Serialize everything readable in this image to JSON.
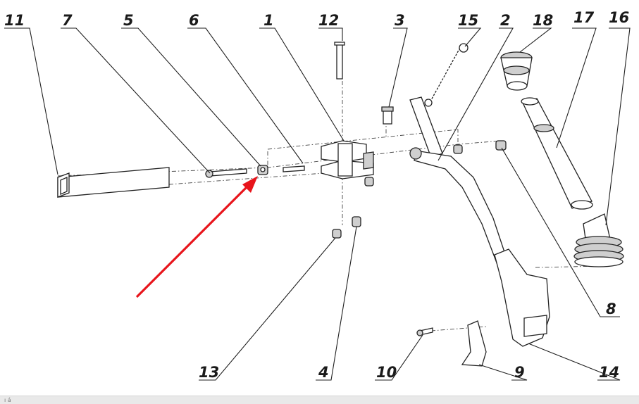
{
  "diagram": {
    "callouts": [
      {
        "id": "p11",
        "label": "11"
      },
      {
        "id": "p7",
        "label": "7"
      },
      {
        "id": "p5",
        "label": "5"
      },
      {
        "id": "p6",
        "label": "6"
      },
      {
        "id": "p1",
        "label": "1"
      },
      {
        "id": "p12",
        "label": "12"
      },
      {
        "id": "p3",
        "label": "3"
      },
      {
        "id": "p15",
        "label": "15"
      },
      {
        "id": "p2",
        "label": "2"
      },
      {
        "id": "p18",
        "label": "18"
      },
      {
        "id": "p17",
        "label": "17"
      },
      {
        "id": "p16",
        "label": "16"
      },
      {
        "id": "p8",
        "label": "8"
      },
      {
        "id": "p13",
        "label": "13"
      },
      {
        "id": "p4",
        "label": "4"
      },
      {
        "id": "p10",
        "label": "10"
      },
      {
        "id": "p9",
        "label": "9"
      },
      {
        "id": "p14",
        "label": "14"
      }
    ],
    "highlight_color": "#e8141b"
  },
  "bottom_bar": {
    "text": "ı á"
  }
}
